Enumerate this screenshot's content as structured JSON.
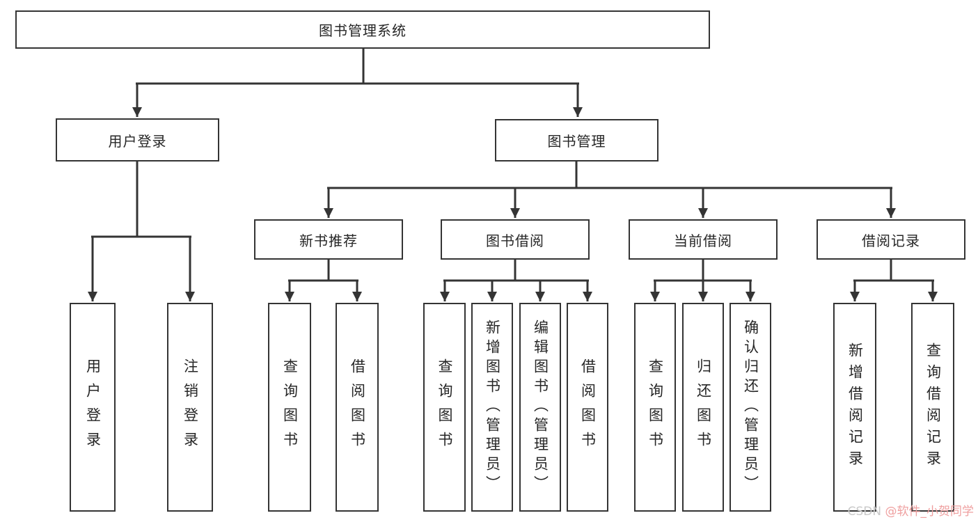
{
  "nodes": {
    "root": "图书管理系统",
    "user_login": "用户登录",
    "book_management": "图书管理",
    "new_book_recommend": "新书推荐",
    "book_borrowing": "图书借阅",
    "current_borrowing": "当前借阅",
    "borrowing_records": "借阅记录",
    "leaf_user_login": "用户登录",
    "leaf_logout": "注销登录",
    "leaf_query_books_recommend": "查询图书",
    "leaf_borrow_books_recommend": "借阅图书",
    "leaf_query_books_borrowing": "查询图书",
    "leaf_add_books_admin": "新增图书（管理员）",
    "leaf_edit_books_admin": "编辑图书（管理员）",
    "leaf_borrow_books_borrowing": "借阅图书",
    "leaf_query_books_current": "查询图书",
    "leaf_return_books": "归还图书",
    "leaf_confirm_return_admin": "确认归还（管理员）",
    "leaf_add_borrow_record": "新增借阅记录",
    "leaf_query_borrow_record": "查询借阅记录"
  },
  "watermark": {
    "prefix": "CSDN ",
    "handle": "@软件_小贺同学"
  }
}
